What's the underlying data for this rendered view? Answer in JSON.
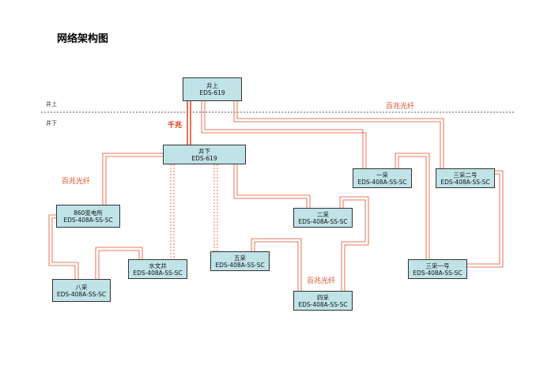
{
  "title": "网络架构图",
  "zones": {
    "above": "井上",
    "below": "井下"
  },
  "labels": {
    "gigabit": "千兆",
    "fiber_top_right": "百兆光纤",
    "fiber_left": "百兆光纤",
    "fiber_bottom": "百兆光纤"
  },
  "colors": {
    "link": "#e2502c",
    "node_fill": "#bfe3e6",
    "text_red": "#e2502c"
  },
  "nodes": {
    "surface": {
      "name": "井上",
      "model": "EDS-619"
    },
    "underground": {
      "name": "井下",
      "model": "EDS-619"
    },
    "substation860": {
      "name": "860变电所",
      "model": "EDS-408A-SS-SC"
    },
    "bacai": {
      "name": "八采",
      "model": "EDS-408A-SS-SC"
    },
    "shuiwenjing": {
      "name": "水文井",
      "model": "EDS-408A-SS-SC"
    },
    "wucai": {
      "name": "五采",
      "model": "EDS-408A-SS-SC"
    },
    "ercai": {
      "name": "二采",
      "model": "EDS-408A-SS-SC"
    },
    "sicai": {
      "name": "四采",
      "model": "EDS-408A-SS-SC"
    },
    "yicai": {
      "name": "一采",
      "model": "EDS-408A-SS-SC"
    },
    "sancai2": {
      "name": "三采二号",
      "model": "EDS-408A-SS-SC"
    },
    "sancai1": {
      "name": "三采一号",
      "model": "EDS-408A-SS-SC"
    }
  }
}
